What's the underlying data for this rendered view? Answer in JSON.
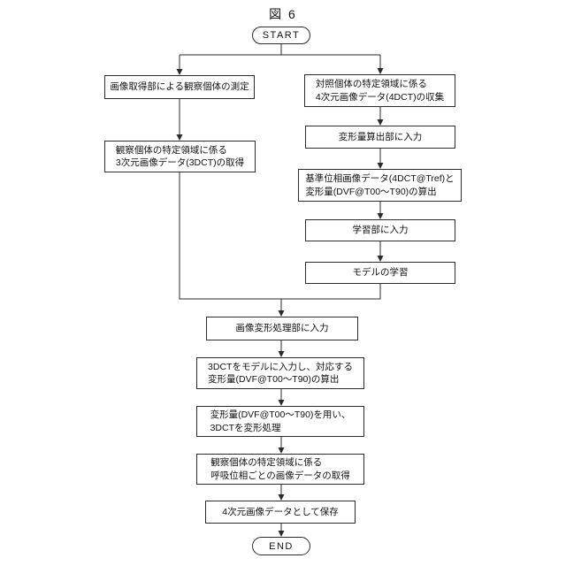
{
  "figure_title": "図 6",
  "terminals": {
    "start": "START",
    "end": "END"
  },
  "nodes": {
    "measure_subject": {
      "lines": [
        "画像取得部による観察個体の測定"
      ]
    },
    "acquire_3dct": {
      "lines": [
        "観察個体の特定領域に係る",
        "3次元画像データ(3DCT)の取得"
      ]
    },
    "collect_4dct": {
      "lines": [
        "対照個体の特定領域に係る",
        "4次元画像データ(4DCT)の収集"
      ]
    },
    "input_deformation_calc": {
      "lines": [
        "変形量算出部に入力"
      ]
    },
    "calc_reference_phase": {
      "lines": [
        "基準位相画像データ(4DCT@Tref)と",
        "変形量(DVF@T00〜T90)の算出"
      ]
    },
    "input_learning": {
      "lines": [
        "学習部に入力"
      ]
    },
    "train_model": {
      "lines": [
        "モデルの学習"
      ]
    },
    "input_image_deform": {
      "lines": [
        "画像変形処理部に入力"
      ]
    },
    "infer_dvf": {
      "lines": [
        "3DCTをモデルに入力し、対応する",
        "変形量(DVF@T00〜T90)の算出"
      ]
    },
    "deform_3dct": {
      "lines": [
        "変形量(DVF@T00〜T90)を用い、",
        "3DCTを変形処理"
      ]
    },
    "acquire_phase_images": {
      "lines": [
        "観察個体の特定領域に係る",
        "呼吸位相ごとの画像データの取得"
      ]
    },
    "save_4d": {
      "lines": [
        "4次元画像データとして保存"
      ]
    }
  }
}
